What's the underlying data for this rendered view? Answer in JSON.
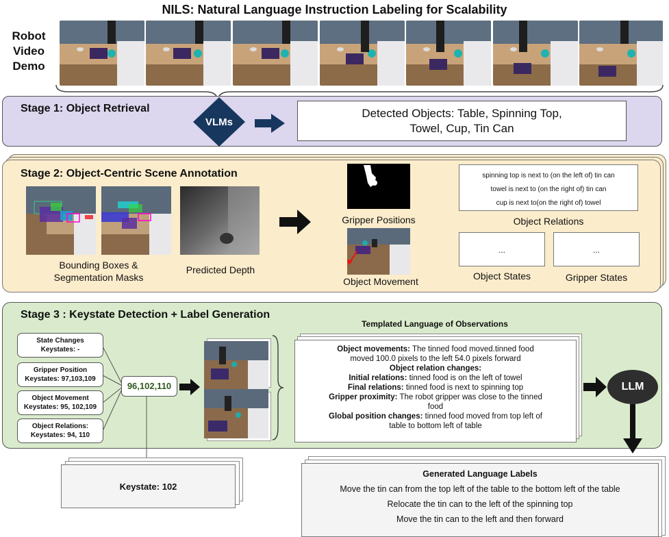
{
  "title": "NILS: Natural Language Instruction Labeling for Scalability",
  "robot_demo": {
    "line1": "Robot",
    "line2": "Video",
    "line3": "Demo"
  },
  "stage1": {
    "title": "Stage 1: Object Retrieval",
    "vlm_label": "VLMs",
    "detected_line1": "Detected Objects: Table, Spinning Top,",
    "detected_line2": "Towel, Cup, Tin Can"
  },
  "stage2": {
    "title": "Stage 2: Object-Centric Scene Annotation",
    "bbox_caption_1": "Bounding Boxes &",
    "bbox_caption_2": "Segmentation Masks",
    "depth_caption": "Predicted Depth",
    "gripper_positions": "Gripper Positions",
    "object_movement": "Object Movement",
    "relations": [
      "spinning top is next to (on the left of) tin can",
      "towel is next to (on the right of) tin can",
      "cup is next to(on the right of) towel"
    ],
    "relations_caption": "Object Relations",
    "ellipsis": "...",
    "object_states": "Object States",
    "gripper_states": "Gripper States"
  },
  "stage3": {
    "title": "Stage 3 : Keystate Detection + Label Generation",
    "keystates": [
      {
        "name": "State Changes",
        "value": "Keystates: -"
      },
      {
        "name": "Gripper Position",
        "value": "Keystates: 97,103,109"
      },
      {
        "name": "Object Movement",
        "value": "Keystates: 95, 102,109"
      },
      {
        "name": "Object Relations:",
        "value": "Keystates: 94, 110"
      }
    ],
    "merged": "96,102,110",
    "templated_title": "Templated Language of Observations",
    "obs": {
      "movements_label": "Object movements:",
      "movements_text_1": " The tinned food moved.tinned food",
      "movements_text_2": "moved  100.0 pixels to the left 54.0 pixels forward",
      "relation_changes": "Object relation changes:",
      "initial_label": "Initial relations:",
      "initial_text": " tinned food is on the left of towel",
      "final_label": "Final relations:",
      "final_text": " tinned food is next to spinning top",
      "proximity_label": "Gripper proximity:",
      "proximity_text_1": " The robot gripper was close to the tinned",
      "proximity_text_2": "food",
      "global_label": "Global position changes:",
      "global_text_1": " tinned food moved from top left of",
      "global_text_2": "table to bottom left of table"
    },
    "llm": "LLM"
  },
  "keystate_result": "Keystate: 102",
  "generated": {
    "title": "Generated Language Labels",
    "labels": [
      "Move the tin can from the top left of the table to the bottom left of the table",
      "Relocate the tin can to the left of the spinning top",
      "Move the tin can to the left and then forward"
    ]
  },
  "colors": {
    "stage1_bg": "#dcd6ee",
    "stage2_bg": "#fbeccb",
    "stage3_bg": "#d9ebcc",
    "vlm_diamond": "#17375e",
    "arrow_blue": "#17375e",
    "llm_circle": "#2e2e2e",
    "merged_text": "#2f5a1e"
  }
}
